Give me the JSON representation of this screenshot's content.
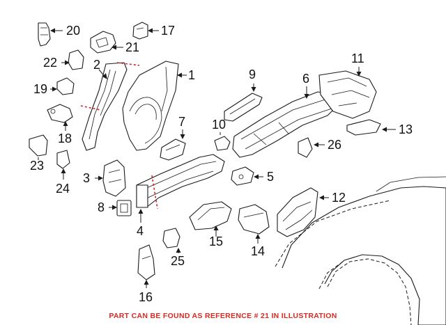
{
  "diagram": {
    "footnote": "PART CAN BE FOUND AS REFERENCE # 21 IN ILLUSTRATION",
    "cut_line_color": "#d32020",
    "footnote_color": "#d9281f",
    "callouts": [
      {
        "id": "1",
        "text": "1"
      },
      {
        "id": "2",
        "text": "2"
      },
      {
        "id": "3",
        "text": "3"
      },
      {
        "id": "4",
        "text": "4"
      },
      {
        "id": "5",
        "text": "5"
      },
      {
        "id": "6",
        "text": "6"
      },
      {
        "id": "7",
        "text": "7"
      },
      {
        "id": "8",
        "text": "8"
      },
      {
        "id": "9",
        "text": "9"
      },
      {
        "id": "10",
        "text": "10"
      },
      {
        "id": "11",
        "text": "11"
      },
      {
        "id": "12",
        "text": "12"
      },
      {
        "id": "13",
        "text": "13"
      },
      {
        "id": "14",
        "text": "14"
      },
      {
        "id": "15",
        "text": "15"
      },
      {
        "id": "16",
        "text": "16"
      },
      {
        "id": "17",
        "text": "17"
      },
      {
        "id": "18",
        "text": "18"
      },
      {
        "id": "19",
        "text": "19"
      },
      {
        "id": "20",
        "text": "20"
      },
      {
        "id": "21",
        "text": "21"
      },
      {
        "id": "22",
        "text": "22"
      },
      {
        "id": "23",
        "text": "23"
      },
      {
        "id": "24",
        "text": "24"
      },
      {
        "id": "25",
        "text": "25"
      },
      {
        "id": "26",
        "text": "26"
      }
    ]
  }
}
